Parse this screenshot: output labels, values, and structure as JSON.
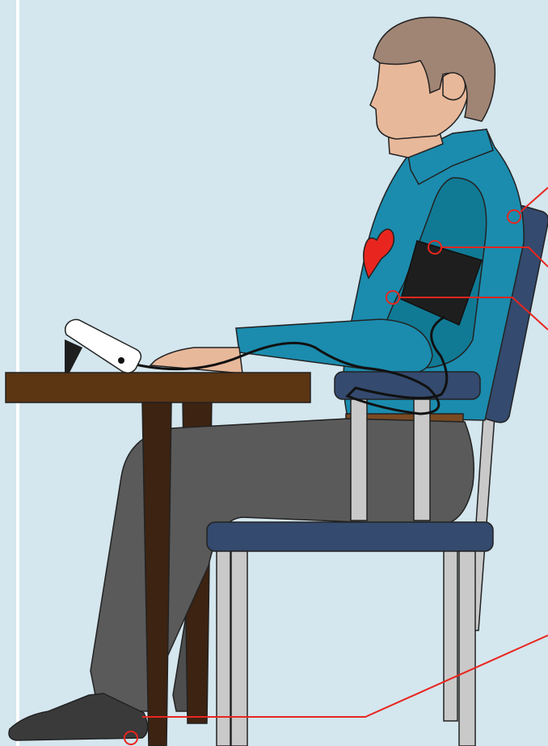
{
  "illustration": {
    "subject": "seated-person-blood-pressure-measurement",
    "colors": {
      "background": "#d4e6ee",
      "wall_line": "#ffffff",
      "shirt": "#1b8cae",
      "shirt_shadow": "#107a95",
      "arm_band": "#1b8cae",
      "skin": "#e8b89a",
      "hair": "#a08575",
      "trousers": "#5a5a5a",
      "shoe": "#3a3a3a",
      "chair_cushion": "#344a6e",
      "chair_frame": "#c9c9c9",
      "table_top": "#5c3513",
      "table_leg": "#3d2311",
      "cuff": "#1e1e1e",
      "monitor": "#ffffff",
      "heart": "#e8261f",
      "callout": "#e8261f",
      "belt": "#7a4a22"
    },
    "callouts": [
      {
        "name": "callout-back-supported"
      },
      {
        "name": "callout-cuff-placement"
      },
      {
        "name": "callout-heart-level"
      },
      {
        "name": "callout-feet-flat"
      }
    ]
  }
}
